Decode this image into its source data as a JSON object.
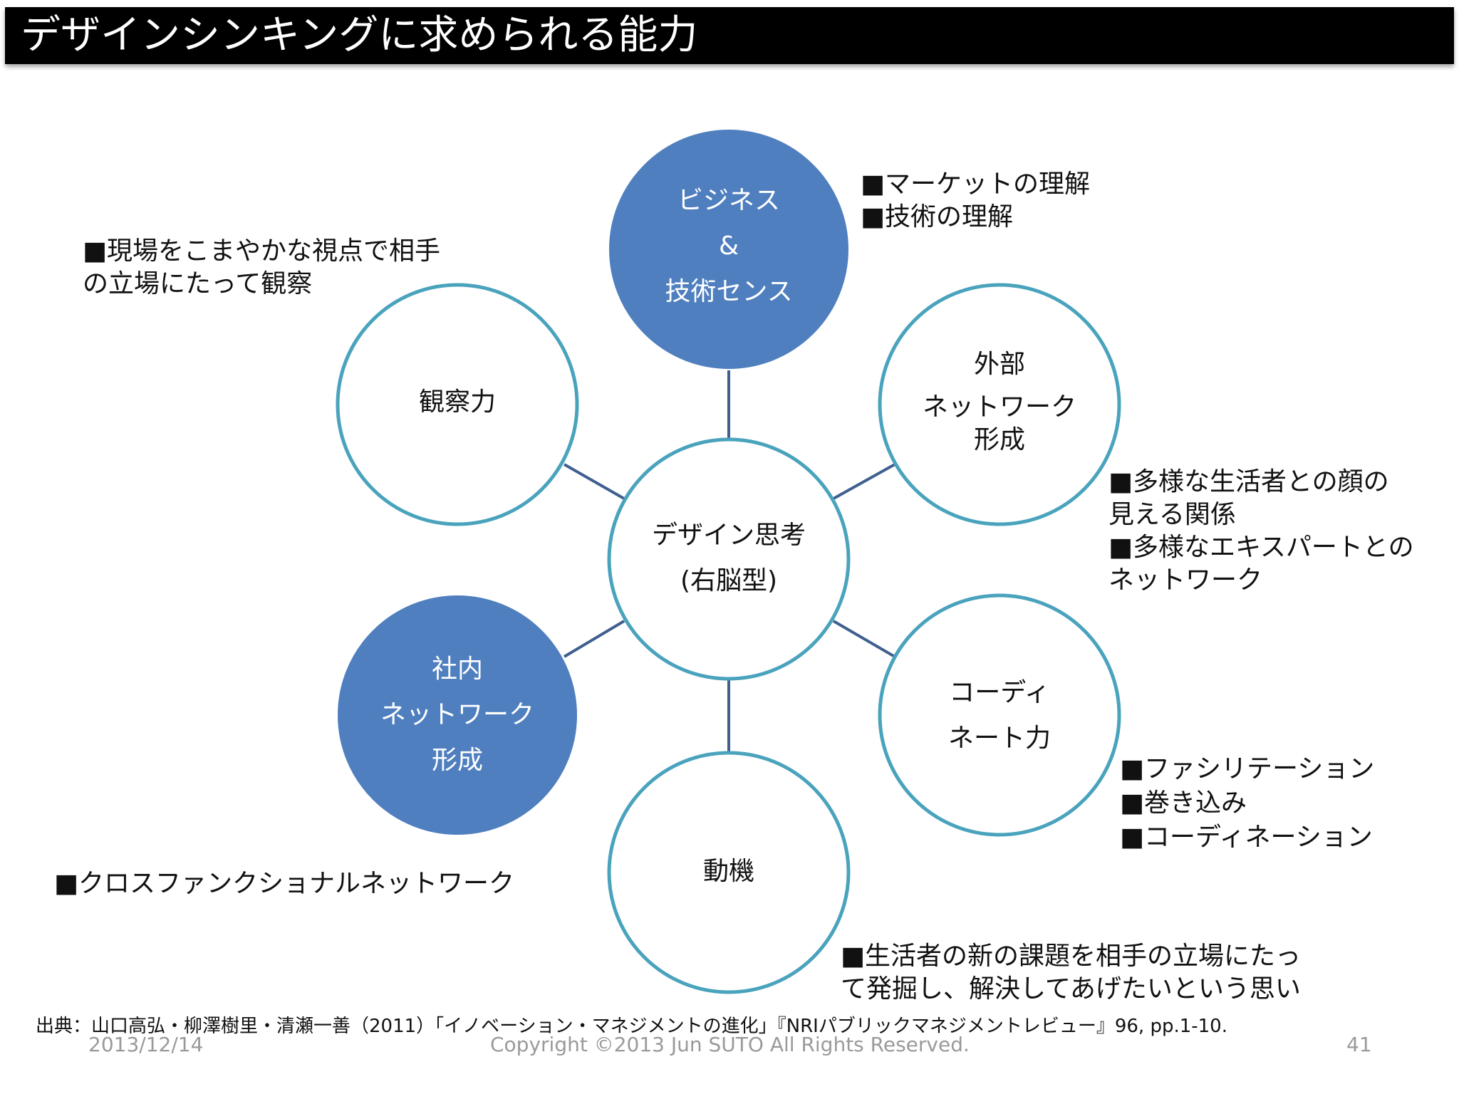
{
  "title": "デザインシンキングに求められる能力",
  "colors": {
    "filled_circle": "#4f7fbf",
    "ring_stroke": "#4aa3bd",
    "connector": "#3f5f8f",
    "title_bg": "#000000",
    "footer_text": "#9a9a9a"
  },
  "nodes": {
    "center": [
      "デザイン思考",
      "(右脳型)"
    ],
    "business": [
      "ビジネス",
      "&",
      "技術センス"
    ],
    "external": [
      "外部",
      "ネットワーク",
      "形成"
    ],
    "coordinate": [
      "コーディ",
      "ネート力"
    ],
    "motivation": [
      "動機"
    ],
    "internal": [
      "社内",
      "ネットワーク",
      "形成"
    ],
    "observation": [
      "観察力"
    ]
  },
  "notes": {
    "business": [
      "■マーケットの理解",
      "■技術の理解"
    ],
    "observation": [
      "■現場をこまやかな視点で相手",
      "の立場にたって観察"
    ],
    "external": [
      "■多様な生活者との顔の",
      "見える関係",
      "■多様なエキスパートとの",
      "ネットワーク"
    ],
    "coordinate": [
      "■ファシリテーション",
      "■巻き込み",
      "■コーディネーション"
    ],
    "internal": [
      "■クロスファンクショナルネットワーク"
    ],
    "motivation": [
      "■生活者の新の課題を相手の立場にたっ",
      "て発掘し、解決してあげたいという思い"
    ]
  },
  "source": "出典：山口高弘・柳澤樹里・清瀬一善（2011）「イノベーション・マネジメントの進化」『NRIパブリックマネジメントレビュー』96, pp.1-10.",
  "footer": {
    "date": "2013/12/14",
    "copyright": "Copyright ©2013 Jun SUTO All Rights Reserved.",
    "page": "41"
  }
}
